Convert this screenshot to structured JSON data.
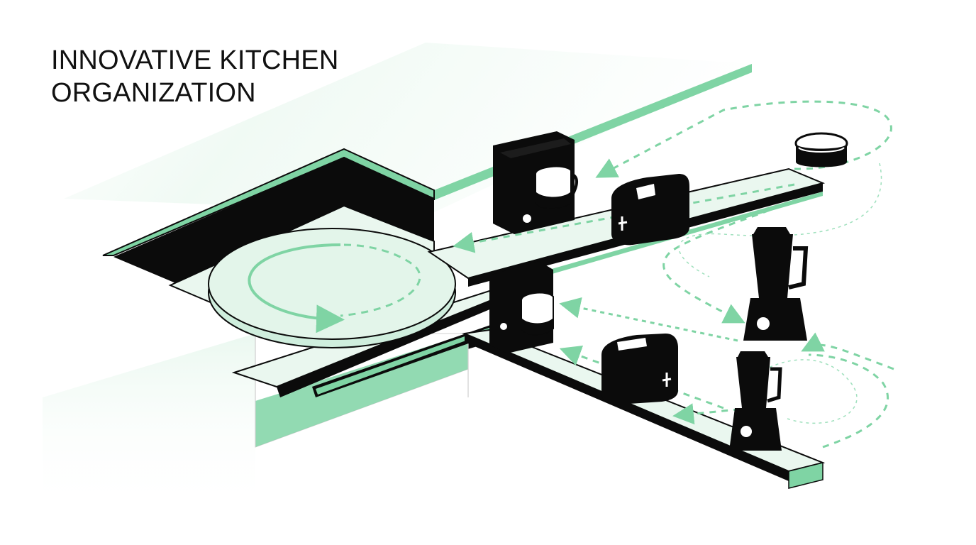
{
  "title": {
    "line1": "INNOVATIVE KITCHEN",
    "line2": "ORGANIZATION"
  },
  "colors": {
    "accent": "#7fd4a4",
    "accent_light": "#d9f2e3",
    "accent_pale": "#eaf7ef",
    "ink": "#0b0b0b",
    "paper": "#ffffff"
  },
  "items": [
    {
      "id": "lazy-susan",
      "icon": "turntable-icon"
    },
    {
      "id": "coffee-maker-top",
      "icon": "coffee-maker-icon"
    },
    {
      "id": "coffee-maker-bottom",
      "icon": "coffee-maker-icon"
    },
    {
      "id": "toaster-top",
      "icon": "toaster-icon"
    },
    {
      "id": "toaster-bottom",
      "icon": "toaster-icon"
    },
    {
      "id": "blender-top",
      "icon": "blender-icon"
    },
    {
      "id": "blender-bottom",
      "icon": "blender-icon"
    },
    {
      "id": "container",
      "icon": "canister-icon"
    }
  ]
}
